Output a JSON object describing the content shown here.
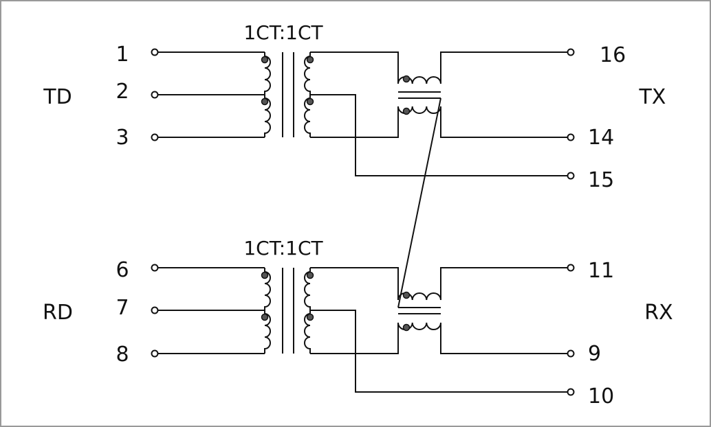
{
  "top": {
    "ratio": "1CT:1CT",
    "left_group": "TD",
    "right_group": "TX",
    "left_pins": [
      "1",
      "2",
      "3"
    ],
    "right_pins": [
      "16",
      "14",
      "15"
    ]
  },
  "bottom": {
    "ratio": "1CT:1CT",
    "left_group": "RD",
    "right_group": "RX",
    "left_pins": [
      "6",
      "7",
      "8"
    ],
    "right_pins": [
      "11",
      "9",
      "10"
    ]
  }
}
